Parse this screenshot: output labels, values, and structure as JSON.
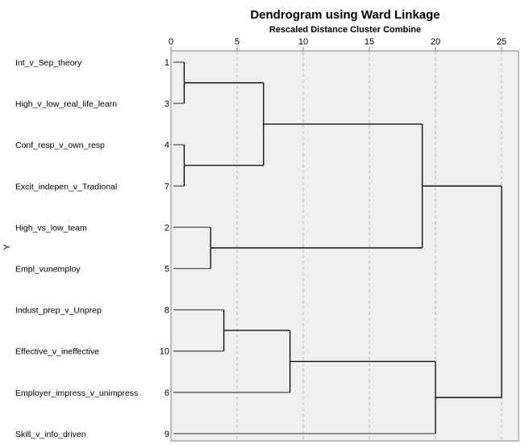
{
  "chart_data": {
    "type": "dendrogram",
    "title": "Dendrogram using Ward Linkage",
    "xlabel": "Rescaled Distance Cluster Combine",
    "ylabel": "Y",
    "xlim": [
      0,
      26
    ],
    "xticks": [
      0,
      5,
      10,
      15,
      20,
      25
    ],
    "grid": "vertical-dashed",
    "leaves": [
      {
        "label": "Int_v_Sep_theory",
        "id": "1"
      },
      {
        "label": "High_v_low_real_life_learn",
        "id": "3"
      },
      {
        "label": "Conf_resp_v_own_resp",
        "id": "4"
      },
      {
        "label": "Excit_indepen_v_Tradional",
        "id": "7"
      },
      {
        "label": "High_vs_low_team",
        "id": "2"
      },
      {
        "label": "Empl_vunemploy",
        "id": "5"
      },
      {
        "label": "Indust_prep_v_Unprep",
        "id": "8"
      },
      {
        "label": "Effective_v_ineffective",
        "id": "10"
      },
      {
        "label": "Employer_impress_v_unimpress",
        "id": "6"
      },
      {
        "label": "Skill_v_info_driven",
        "id": "9"
      }
    ],
    "merges": [
      {
        "a": "1",
        "b": "3",
        "distance": 1
      },
      {
        "a": "4",
        "b": "7",
        "distance": 1
      },
      {
        "a": "2",
        "b": "5",
        "distance": 3
      },
      {
        "a": "8",
        "b": "10",
        "distance": 4
      },
      {
        "a": "1-3",
        "b": "4-7",
        "distance": 7
      },
      {
        "a": "8-10",
        "b": "6",
        "distance": 9
      },
      {
        "a": "1-3-4-7",
        "b": "2-5",
        "distance": 19
      },
      {
        "a": "8-10-6",
        "b": "9",
        "distance": 20
      },
      {
        "a": "1-3-4-7-2-5",
        "b": "8-10-6-9",
        "distance": 25
      }
    ]
  }
}
